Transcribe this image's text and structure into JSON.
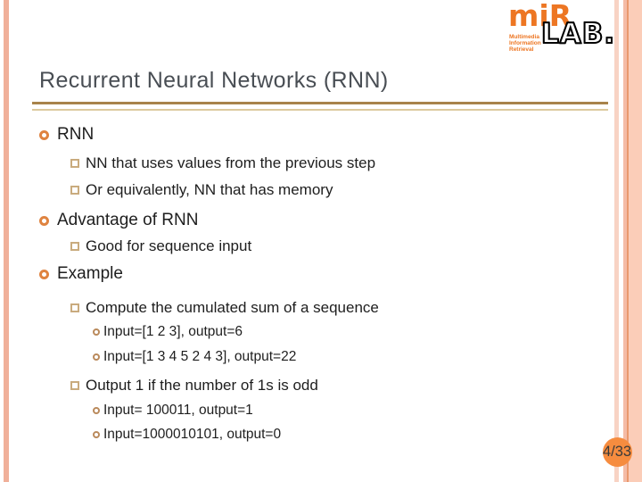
{
  "title": "Recurrent Neural Networks (RNN)",
  "logo": {
    "brand": "miR",
    "sub_lines": [
      "Multimedia",
      "Information",
      "Retrieval"
    ],
    "lab": "LAB."
  },
  "content": {
    "items": [
      {
        "level": 1,
        "icon": "ring-bullet-icon",
        "text": "RNN"
      },
      {
        "level": 2,
        "icon": "square-bullet-icon",
        "text": "NN that uses values from the previous step"
      },
      {
        "level": 2,
        "icon": "square-bullet-icon",
        "text": "Or equivalently, NN that has memory"
      },
      {
        "level": 1,
        "icon": "ring-bullet-icon",
        "text": "Advantage of RNN"
      },
      {
        "level": 2,
        "icon": "square-bullet-icon",
        "text": "Good for sequence input"
      },
      {
        "level": 1,
        "icon": "ring-bullet-icon",
        "text": "Example"
      },
      {
        "level": 2,
        "icon": "square-bullet-icon",
        "text": "Compute the cumulated sum of a sequence"
      },
      {
        "level": 3,
        "icon": "small-ring-bullet-icon",
        "text": "Input=[1 2 3], output=6"
      },
      {
        "level": 3,
        "icon": "small-ring-bullet-icon",
        "text": "Input=[1 3 4 5 2 4 3], output=22"
      },
      {
        "level": 2,
        "icon": "square-bullet-icon",
        "text": "Output 1 if the number of 1s is odd"
      },
      {
        "level": 3,
        "icon": "small-ring-bullet-icon",
        "text": "Input= 100011, output=1"
      },
      {
        "level": 3,
        "icon": "small-ring-bullet-icon",
        "text": "Input=1000010101, output=0"
      }
    ]
  },
  "footer": {
    "page_number": "4/33"
  },
  "colors": {
    "accent_orange": "#F68C3F",
    "logo_orange": "#ED7623",
    "title_text": "#494E54",
    "body_text": "#1E1E1E",
    "rule_gold": "#A8834B",
    "rule_tan": "#DCC99E",
    "stripe_salmon": "#F0B09A",
    "stripe_peach": "#FBCDB8"
  }
}
